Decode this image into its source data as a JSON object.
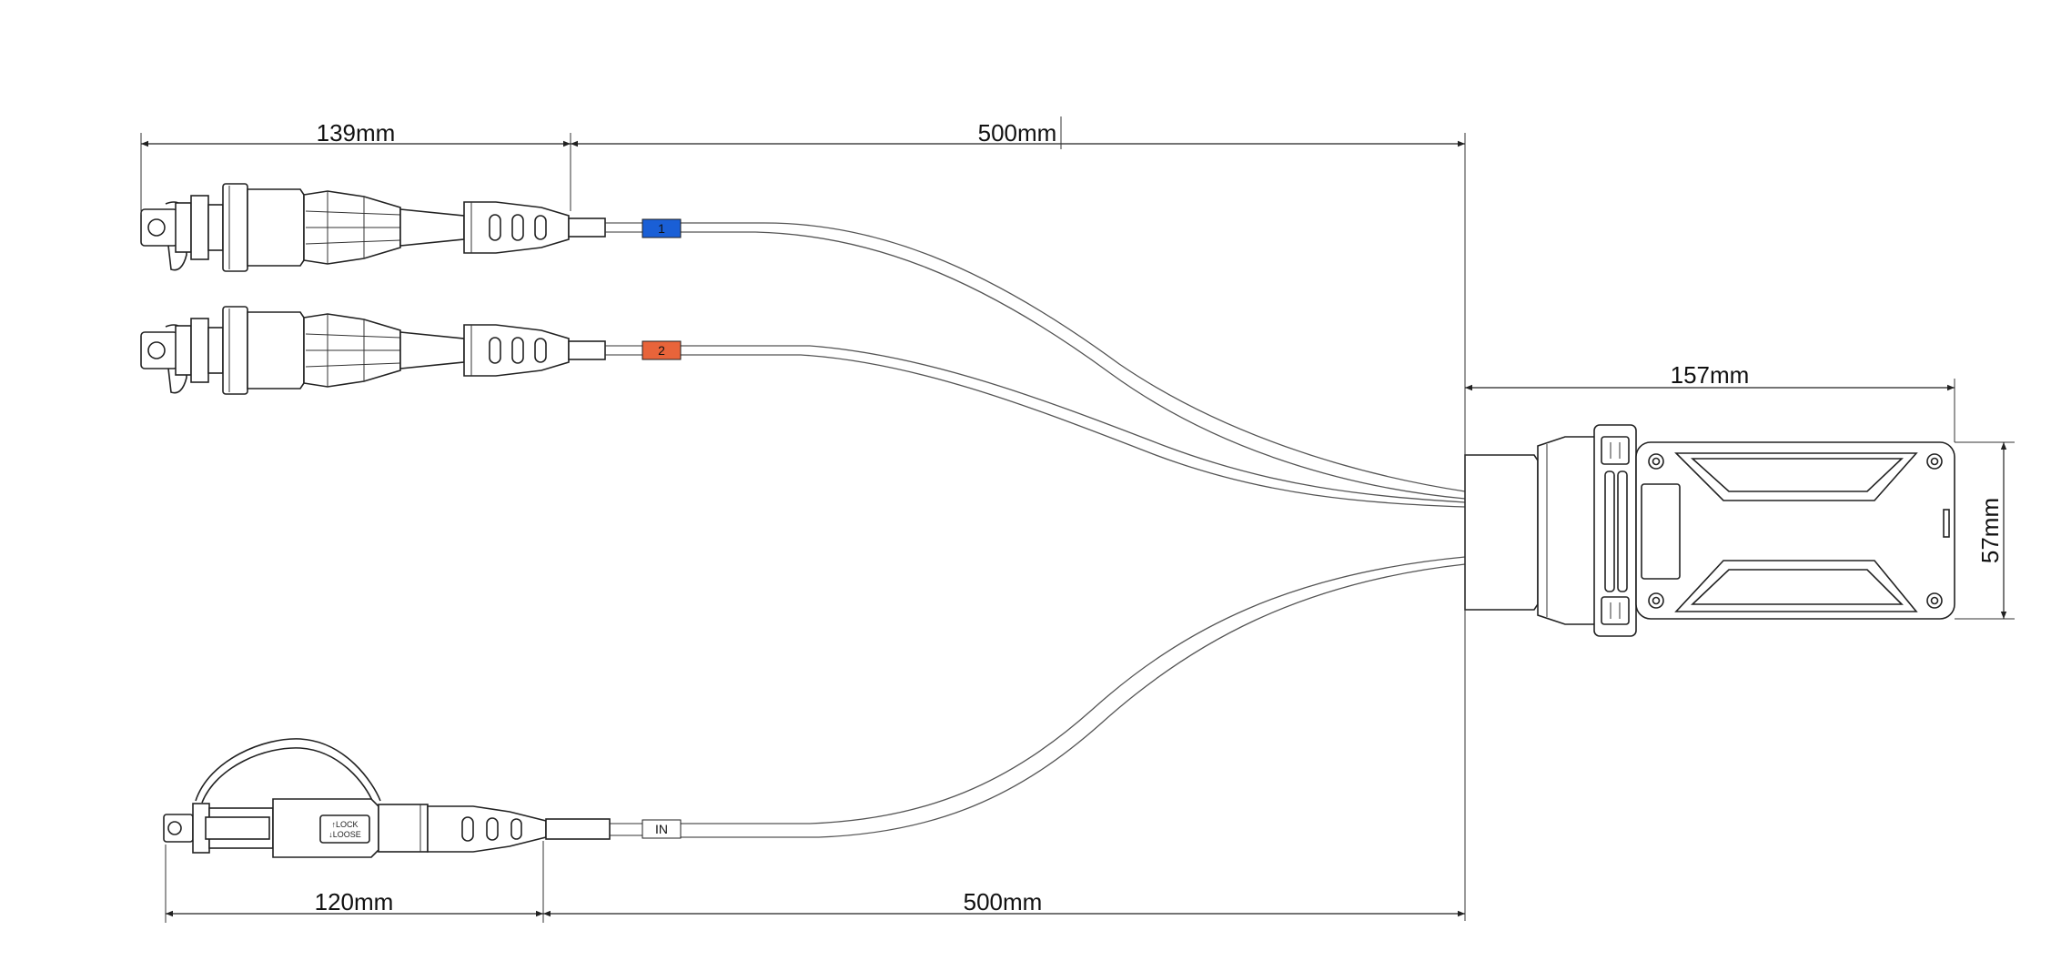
{
  "dimensions": {
    "top_connector_length": "139mm",
    "top_cable_length": "500mm",
    "box_length": "157mm",
    "box_height": "57mm",
    "bottom_connector_length": "120mm",
    "bottom_cable_length": "500mm"
  },
  "labels": {
    "port_1": "1",
    "port_2": "2",
    "input": "IN",
    "lock_line1": "↑LOCK",
    "lock_line2": "↓LOOSE"
  },
  "colors": {
    "port_1_tag": "#1a5fd6",
    "port_2_tag": "#e8643a",
    "input_tag": "#ffffff"
  }
}
